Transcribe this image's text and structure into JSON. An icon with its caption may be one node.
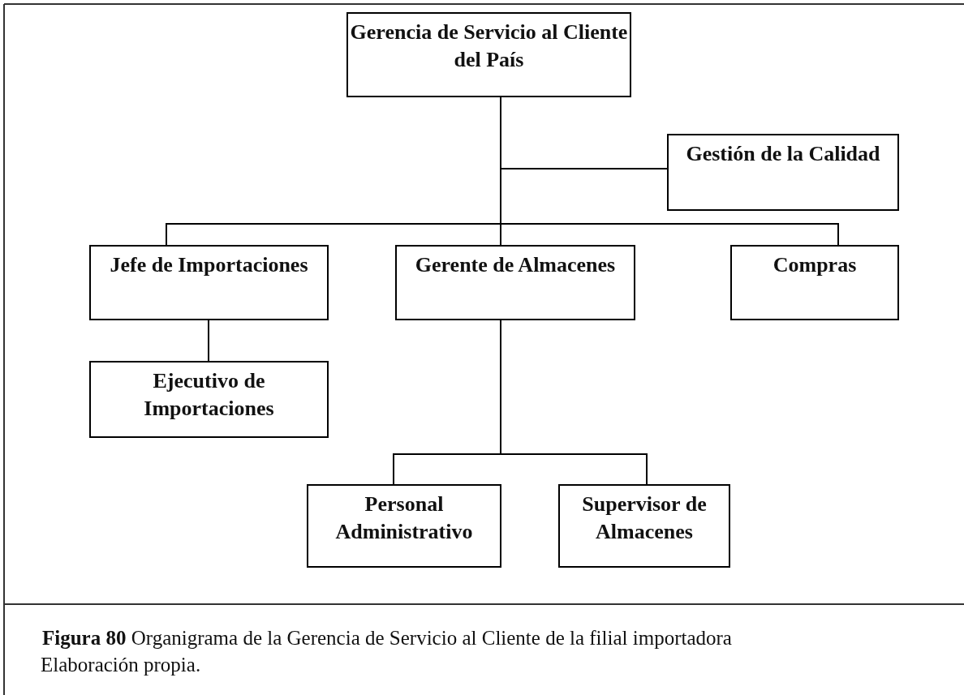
{
  "diagram": {
    "caption": "**Figura 80** Organigrama de la Gerencia de Servicio al Cliente de la filial importadora",
    "nodes": [
      {
        "text": [
          "Gerencia de Servicio al Cliente del País"
        ]
      },
      {
        "text": [
          "Gestión de la Calidad"
        ]
      },
      {
        "text": [
          "Jefe de Importaciones"
        ]
      },
      {
        "text": [
          "Gerente de Almacenes"
        ]
      },
      {
        "text": [
          "Compras"
        ]
      },
      {
        "text": [
          "Ejecutivo de Importaciones"
        ]
      },
      {
        "text": [
          "Personal Administrativo"
        ]
      },
      {
        "text": [
          "Supervisor de Almacenes"
        ]
      }
    ],
    "edges": [
      {
        "from": 0,
        "to": 1,
        "arrow": "none"
      },
      {
        "from": 0,
        "to": 2,
        "arrow": "none"
      },
      {
        "from": 0,
        "to": 3,
        "arrow": "none"
      },
      {
        "from": 0,
        "to": 4,
        "arrow": "none"
      },
      {
        "from": 2,
        "to": 5,
        "arrow": "none"
      },
      {
        "from": 3,
        "to": 6,
        "arrow": "none"
      },
      {
        "from": 3,
        "to": 7,
        "arrow": "none"
      }
    ],
    "labels": [
      "Elaboración propia."
    ]
  }
}
